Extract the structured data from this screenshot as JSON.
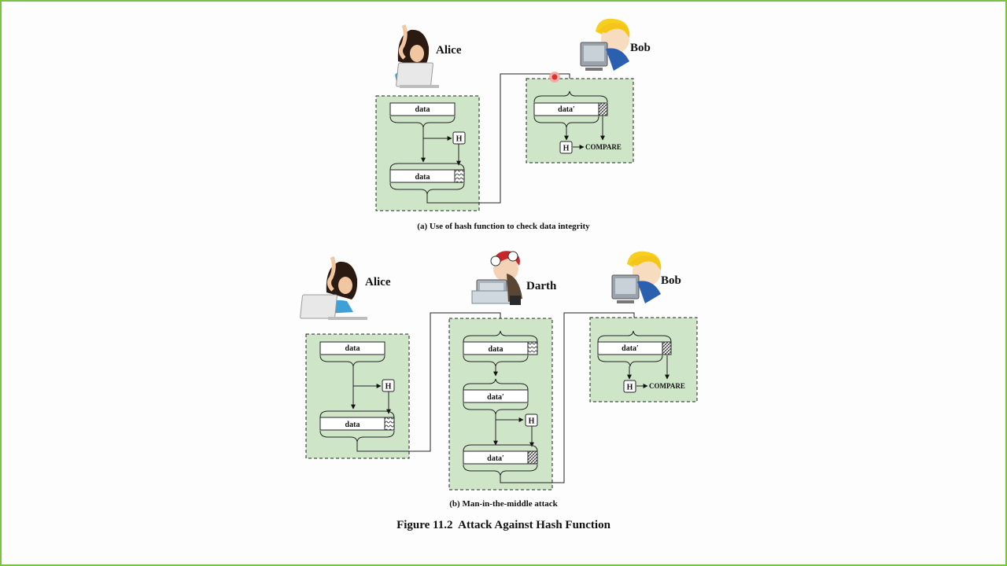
{
  "panel_a": {
    "sender_name": "Alice",
    "receiver_name": "Bob",
    "data_label": "data",
    "data_label_sent": "data",
    "received_label": "data′",
    "hash_label": "H",
    "receiver_hash_label": "H",
    "compare_label": "COMPARE",
    "caption": "(a) Use of hash function to check data integrity"
  },
  "panel_b": {
    "sender_name": "Alice",
    "attacker_name": "Darth",
    "receiver_name": "Bob",
    "alice_data_label": "data",
    "alice_data_sent_label": "data",
    "alice_hash_label": "H",
    "darth_intercepted_label": "data",
    "darth_modified_label": "data′",
    "darth_hash_label": "H",
    "darth_sent_label": "data′",
    "bob_received_label": "data′",
    "bob_hash_label": "H",
    "compare_label": "COMPARE",
    "caption": "(b) Man-in-the-middle attack"
  },
  "figure_caption": "Figure 11.2  Attack Against Hash Function",
  "colors": {
    "panel_fill": "#cfe5c8",
    "border_green": "#7cc242",
    "cursor_red": "#e0302a"
  },
  "icons": [
    "alice-laptop-icon",
    "bob-computer-icon",
    "darth-computer-icon",
    "hash-pattern-icon",
    "cursor-highlight-icon"
  ]
}
